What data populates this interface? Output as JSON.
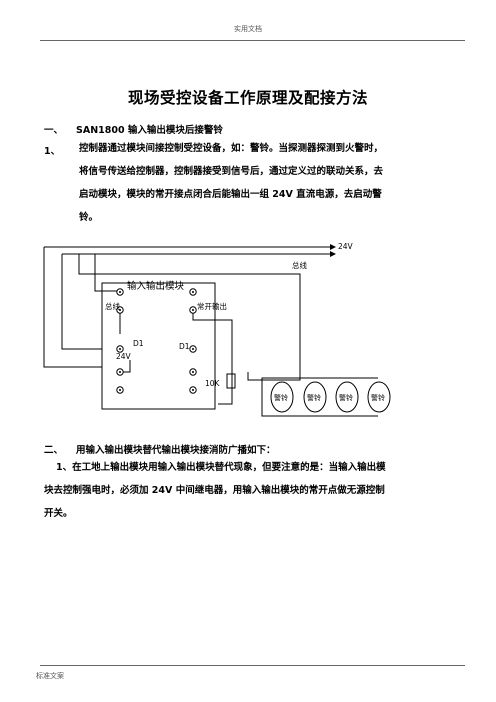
{
  "header": {
    "text": "实用文档"
  },
  "footer": {
    "text": "标准文案"
  },
  "title": "现场受控设备工作原理及配接方法",
  "section1": {
    "number": "一、",
    "heading": "SAN1800 输入输出模块后接警铃",
    "item_number": "1、",
    "paragraph_lines": [
      "控制器通过模块间接控制受控设备，如：警铃。当探测器探测到火警时，",
      "将信号传送给控制器，控制器接受到信号后，通过定义过的联动关系，去",
      "启动模块，模块的常开接点闭合后能输出一组 24V 直流电源，去启动警",
      "铃。"
    ]
  },
  "diagram": {
    "label_24v": "24V",
    "label_bus": "总线",
    "module_title": "输入输出模块",
    "label_module_bus": "总线",
    "label_no_output": "常开输出",
    "label_d1_left": "D1",
    "label_24v_left": "24V",
    "label_d1_right": "D1",
    "label_resistor": "10K",
    "bells": [
      "警铃",
      "警铃",
      "警铃",
      "警铃"
    ]
  },
  "section2": {
    "number": "二、",
    "heading": "用输入输出模块替代输出模块接消防广播如下：",
    "paragraph_lines": [
      "1、在工地上输出模块用输入输出模块替代现象，但要注意的是：当输入输出模",
      "块去控制强电时，必须加 24V 中间继电器，用输入输出模块的常开点做无源控制",
      "开关。"
    ]
  }
}
